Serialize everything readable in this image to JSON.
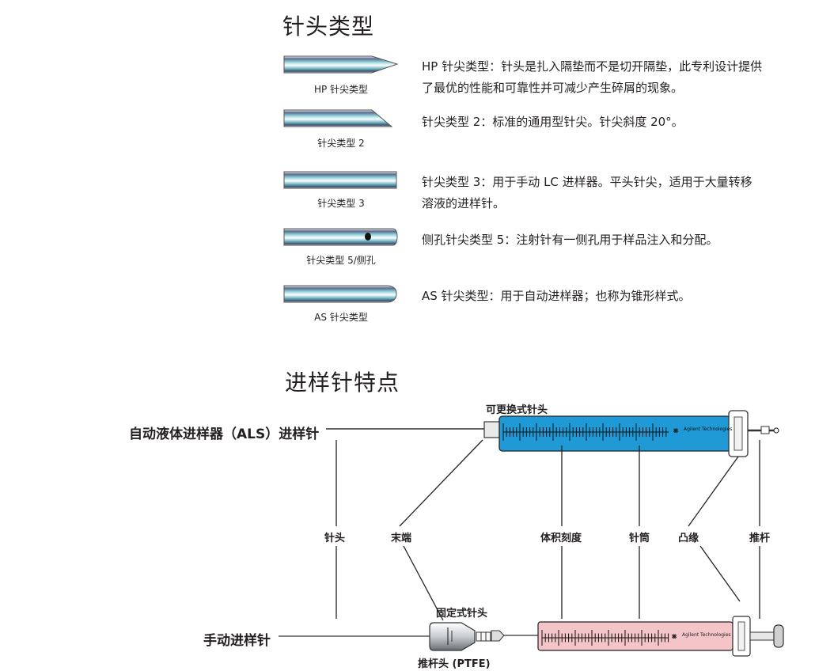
{
  "tips_section": {
    "title": "针头类型",
    "items": [
      {
        "caption": "HP 针尖类型",
        "lines": [
          "HP 针尖类型：针头是扎入隔垫而不是切开隔垫，此专利设计提供",
          "了最优的性能和可靠性并可减少产生碎屑的现象。"
        ]
      },
      {
        "caption": "针尖类型 2",
        "lines": [
          "针尖类型 2：标准的通用型针尖。针尖斜度 20°。"
        ]
      },
      {
        "caption": "针尖类型 3",
        "lines": [
          "针尖类型 3：用于手动 LC 进样器。平头针尖，适用于大量转移",
          "溶液的进样针。"
        ]
      },
      {
        "caption": "针尖类型 5/侧孔",
        "lines": [
          "侧孔针尖类型 5：注射针有一侧孔用于样品注入和分配。"
        ]
      },
      {
        "caption": "AS 针尖类型",
        "lines": [
          "AS 针尖类型：用于自动进样器；也称为锥形样式。"
        ]
      }
    ]
  },
  "features_section": {
    "title": "进样针特点",
    "als_label": "自动液体进样器（ALS）进样针",
    "manual_label": "手动进样针",
    "top_labels": {
      "replaceable_needle": "可更换式针头"
    },
    "parts": {
      "needle": "针头",
      "tip_end": "末端",
      "volume_scale": "体积刻度",
      "barrel": "针筒",
      "flange": "凸缘",
      "plunger": "推杆"
    },
    "bottom_labels": {
      "fixed_needle": "固定式针头",
      "plunger_tip": "推杆头 (PTFE)"
    },
    "brand": "Agilent Technologies"
  },
  "colors": {
    "blue_barrel": "#1f9ad6",
    "pink_barrel": "#f3c4c8",
    "needle_dark": "#3a4a6a",
    "needle_light": "#7fc4cf"
  }
}
